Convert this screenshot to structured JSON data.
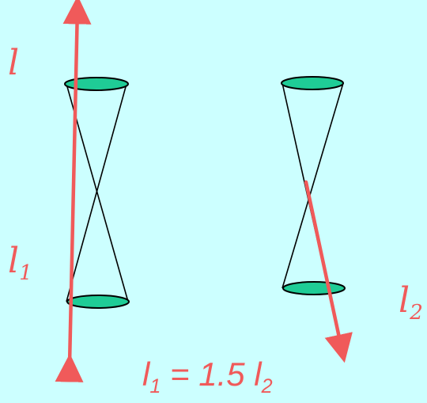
{
  "labels": {
    "l": "l",
    "l1_base": "l",
    "l1_sub": "1",
    "l2_base": "l",
    "l2_sub": "2"
  },
  "equation": {
    "lhs_base": "l",
    "lhs_sub": "1",
    "operator": "=",
    "coefficient": "1.5",
    "rhs_base": "l",
    "rhs_sub": "2"
  },
  "colors": {
    "background": "#ccffff",
    "arrow": "#f05a5a",
    "disc_fill": "#1fcc96",
    "disc_stroke": "#000000",
    "cone_line": "#000000",
    "label_text": "#f05a5a"
  }
}
